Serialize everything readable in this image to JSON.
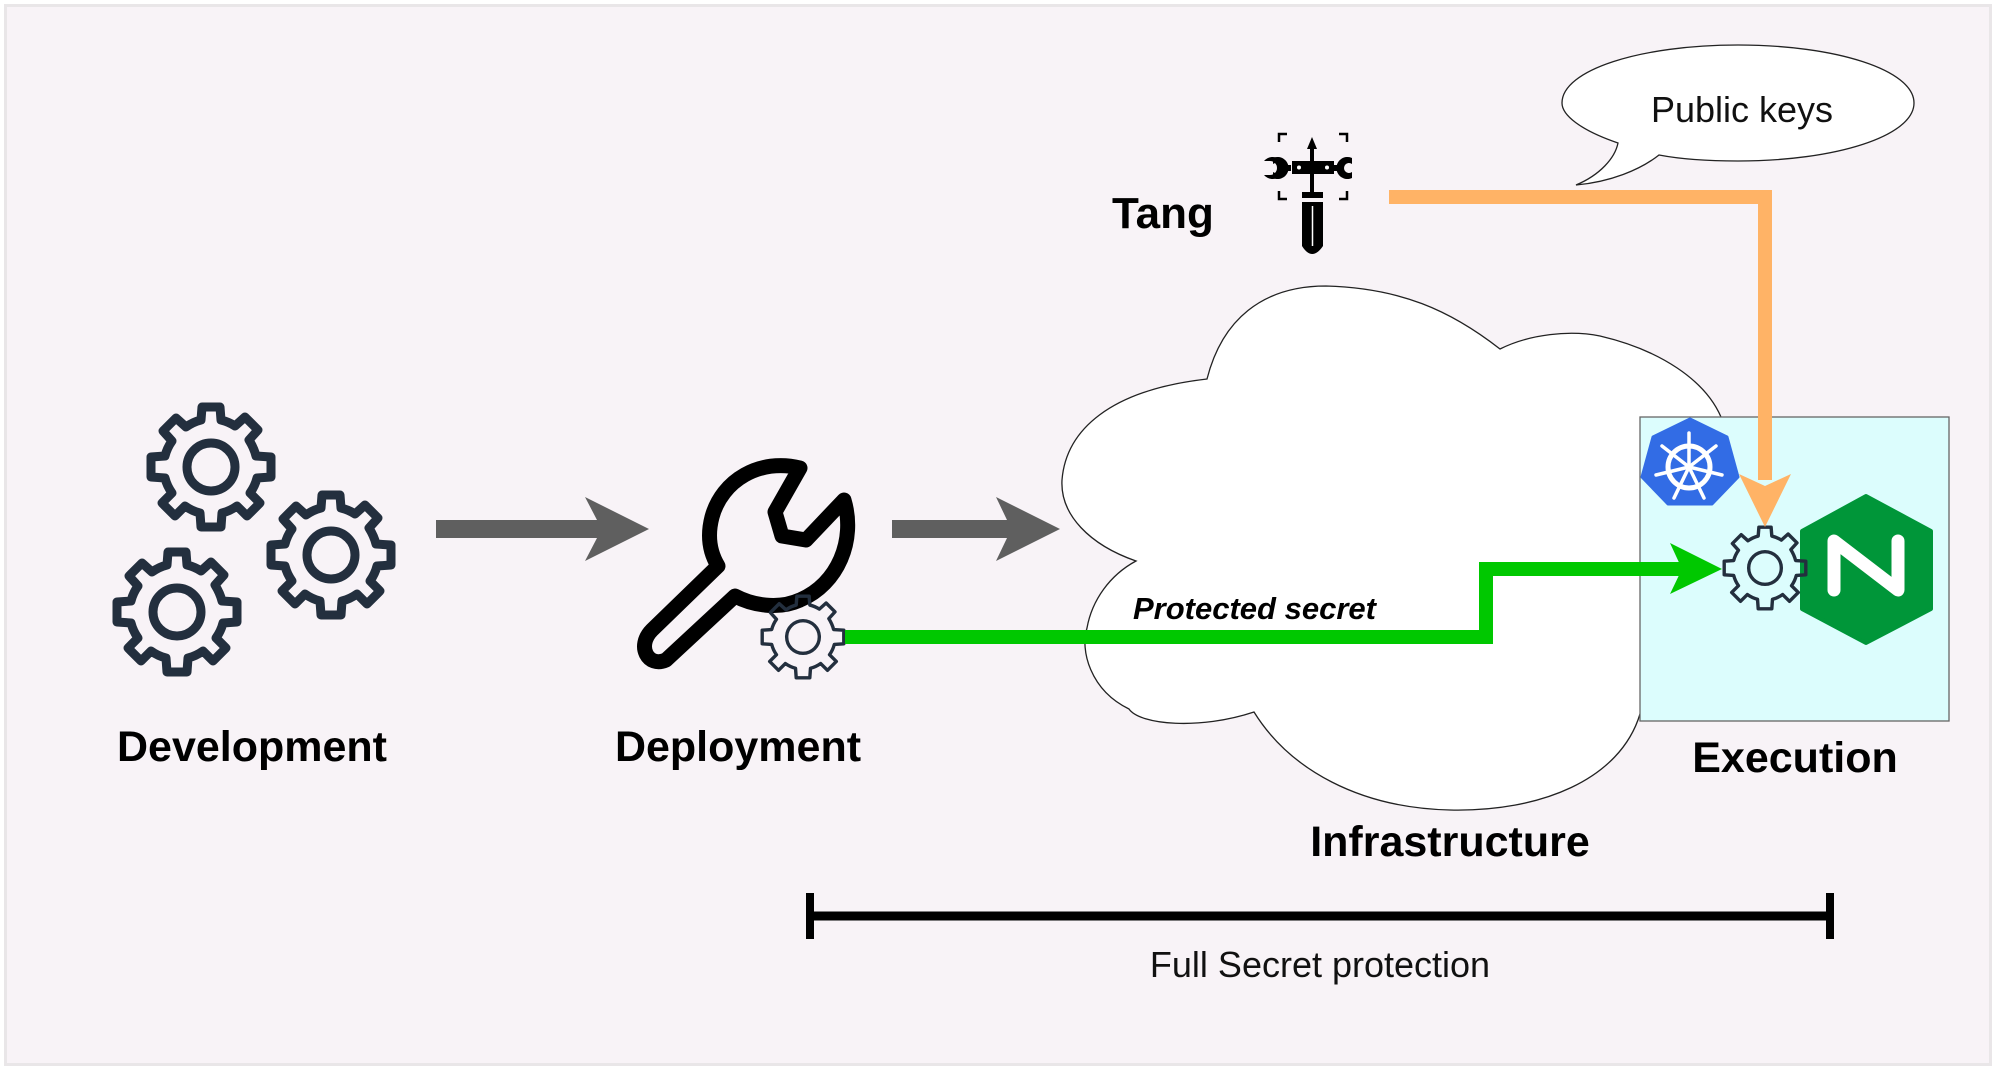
{
  "diagram": {
    "stages": {
      "development": "Development",
      "deployment": "Deployment",
      "infrastructure": "Infrastructure",
      "execution": "Execution",
      "tang": "Tang"
    },
    "annotations": {
      "protected_secret": "Protected secret",
      "public_keys": "Public keys",
      "full_protection": "Full Secret protection"
    },
    "icons": {
      "development": [
        "gear-icon",
        "gear-icon",
        "gear-icon"
      ],
      "deployment": [
        "wrench-icon",
        "gear-icon"
      ],
      "tang": "tools-icon",
      "infrastructure": "cloud-shape",
      "execution": [
        "kubernetes-icon",
        "gear-icon",
        "nginx-icon"
      ]
    },
    "colors": {
      "background": "#f8f3f7",
      "flow_arrow": "#5f5f5f",
      "secret_path": "#00c800",
      "key_path": "#ffb366",
      "execution_box": "#dcfdfd",
      "kubernetes": "#326ce5",
      "nginx": "#009639",
      "gear_stroke": "#232f3e"
    }
  }
}
